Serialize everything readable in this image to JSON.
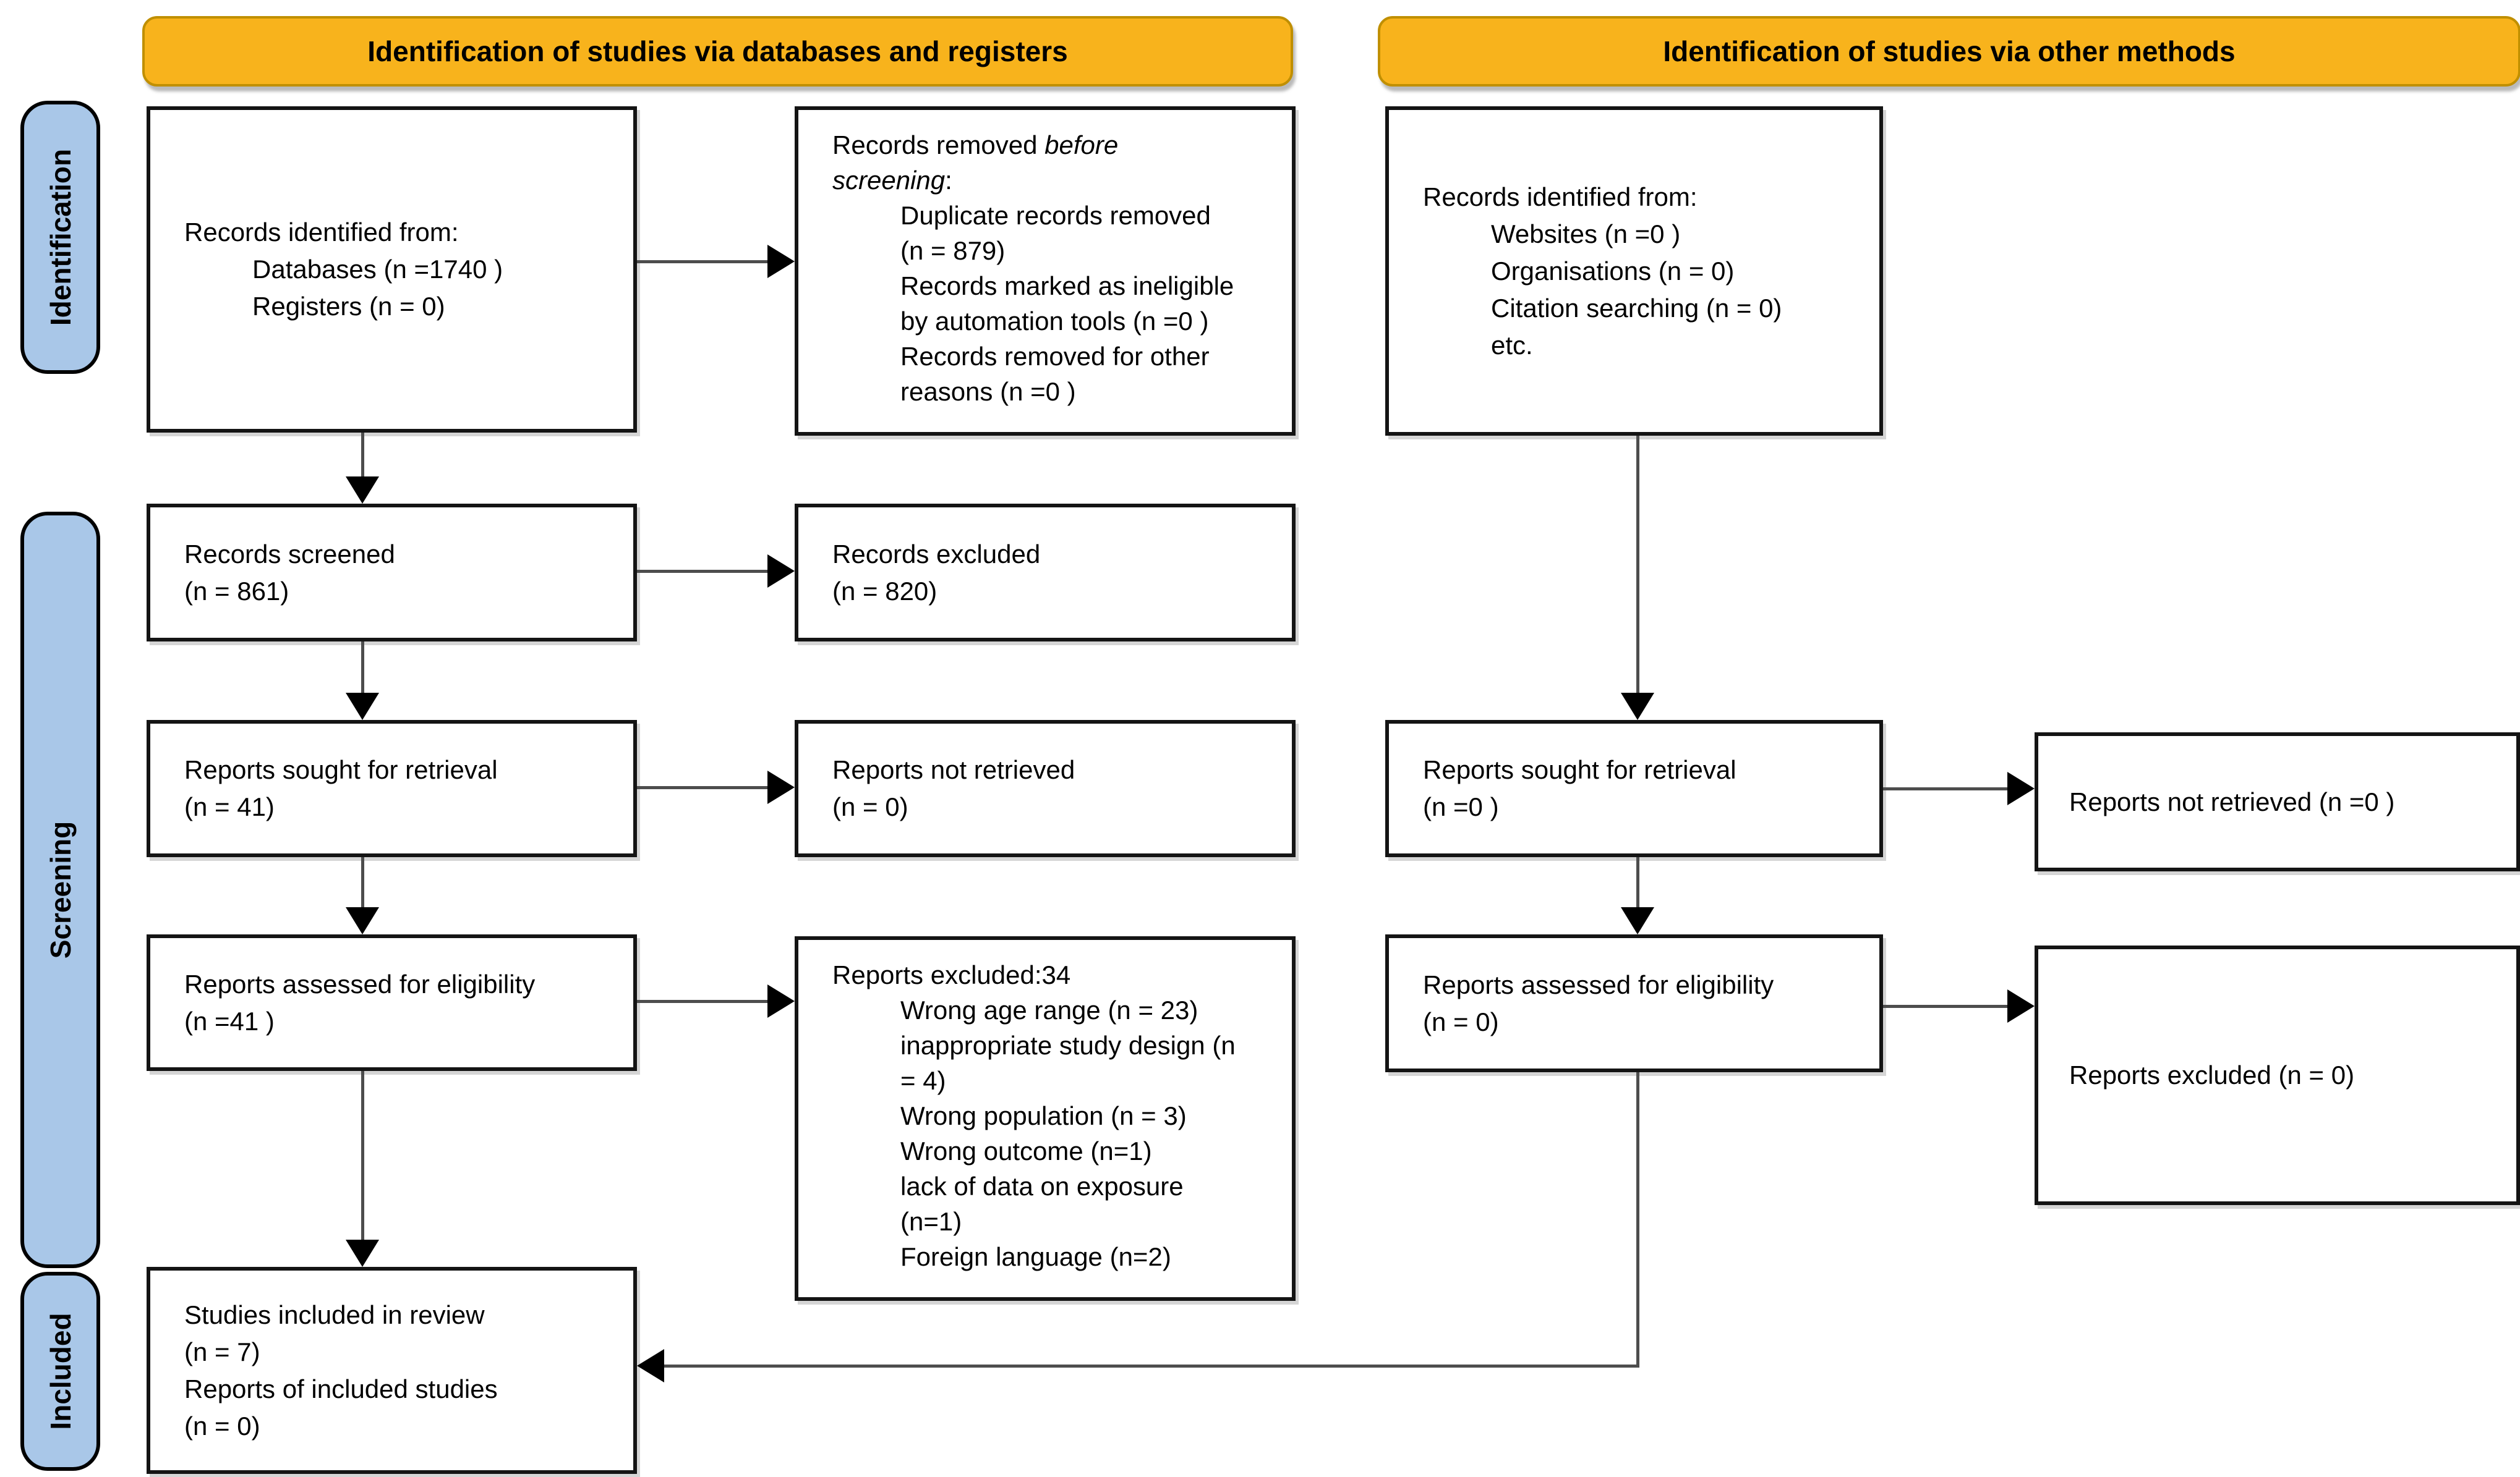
{
  "diagram": {
    "headers": {
      "left": "Identification of studies via databases and registers",
      "right": "Identification of studies via other methods"
    },
    "sidebar": {
      "identification": "Identification",
      "screening": "Screening",
      "included": "Included"
    },
    "boxes": {
      "b1": {
        "line1": "Records identified from:",
        "line2": "Databases (n =1740 )",
        "line3": "Registers (n = 0)"
      },
      "c1": {
        "lead": "Records removed ",
        "lead_italic": "before",
        "italic2": "screening",
        "colon": ":",
        "i1": "Duplicate records removed",
        "i2": "(n = 879)",
        "i3": "Records marked as ineligible",
        "i4": "by automation tools (n =0 )",
        "i5": "Records removed for other",
        "i6": "reasons (n =0 )"
      },
      "b2": {
        "line1": "Records screened",
        "line2": "(n = 861)"
      },
      "c2": {
        "line1": "Records excluded",
        "line2": "(n = 820)"
      },
      "b3": {
        "line1": "Reports sought for retrieval",
        "line2": "(n = 41)"
      },
      "c3": {
        "line1": "Reports not retrieved",
        "line2": "(n = 0)"
      },
      "b4": {
        "line1": "Reports assessed for eligibility",
        "line2": "(n =41 )"
      },
      "c4": {
        "title": "Reports excluded:34",
        "r1": "Wrong age range (n = 23)",
        "r2": "inappropriate study design (n",
        "r3": "= 4)",
        "r4": "Wrong population (n = 3)",
        "r5": "Wrong outcome (n=1)",
        "r6": "lack of data on exposure",
        "r7": "(n=1)",
        "r8": "Foreign language (n=2)"
      },
      "b5": {
        "line1": "Studies included in review",
        "line2": "(n = 7)",
        "line3": "Reports of included studies",
        "line4": "(n = 0)"
      },
      "r1box": {
        "line1": "Records identified from:",
        "line2": "Websites (n =0 )",
        "line3": "Organisations (n = 0)",
        "line4": "Citation searching (n = 0)",
        "line5": "etc."
      },
      "r2box": {
        "line1": "Reports sought for retrieval",
        "line2": "(n =0 )"
      },
      "d1": {
        "line1": "Reports not retrieved (n =0 )"
      },
      "r3box": {
        "line1": "Reports assessed for eligibility",
        "line2": "(n = 0)"
      },
      "d2": {
        "line1": "Reports excluded  (n = 0)"
      }
    },
    "colors": {
      "header_fill": "#F8B31C",
      "header_border": "#C08F00",
      "sidebar_fill": "#A9C7E8",
      "box_border": "#141414",
      "connector": "#4d4d4d"
    }
  }
}
